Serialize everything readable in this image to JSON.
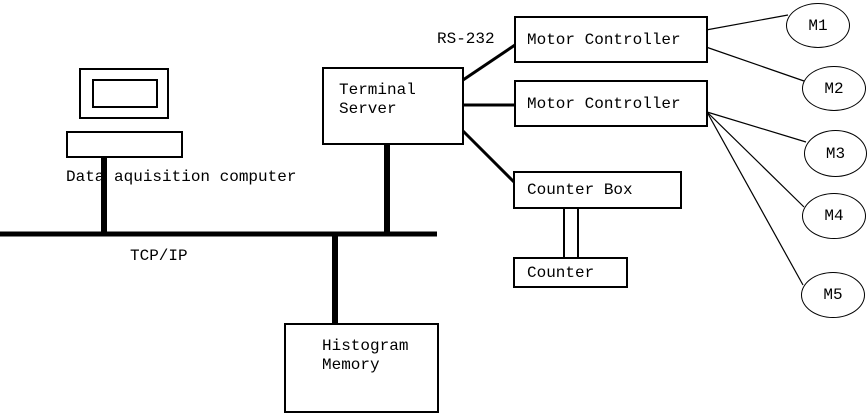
{
  "diagram": {
    "computer_label": "Data aquisition computer",
    "bus_label": "TCP/IP",
    "serial_label": "RS-232",
    "terminal_server": {
      "line1": "Terminal",
      "line2": "Server"
    },
    "motor_controller_top": {
      "label": "Motor Controller"
    },
    "motor_controller_bottom": {
      "label": "Motor Controller"
    },
    "counter_box": {
      "label": "Counter Box"
    },
    "counter": {
      "label": "Counter"
    },
    "histogram_memory": {
      "line1": "Histogram",
      "line2": "Memory"
    },
    "motors": [
      {
        "label": "M1"
      },
      {
        "label": "M2"
      },
      {
        "label": "M3"
      },
      {
        "label": "M4"
      },
      {
        "label": "M5"
      }
    ],
    "colors": {
      "line": "#000000",
      "background": "#ffffff"
    }
  }
}
